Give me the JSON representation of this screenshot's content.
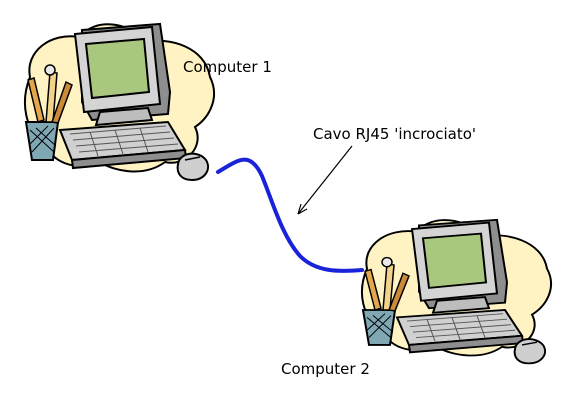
{
  "diagram": {
    "computer_1_label": "Computer 1",
    "computer_2_label": "Computer 2",
    "cable_label": "Cavo RJ45 'incrociato'"
  },
  "colors": {
    "background": "#ffffff",
    "blob": "#FFF3C4",
    "computer_body": "#CFCFCF",
    "computer_shadow": "#8E8E8E",
    "screen": "#A9C77E",
    "cable": "#1A23D9",
    "cup": "#7FA8B4",
    "outline": "#000000"
  },
  "icons": [
    "computer-clipart",
    "pencil-cup-clipart",
    "mouse-clipart"
  ]
}
